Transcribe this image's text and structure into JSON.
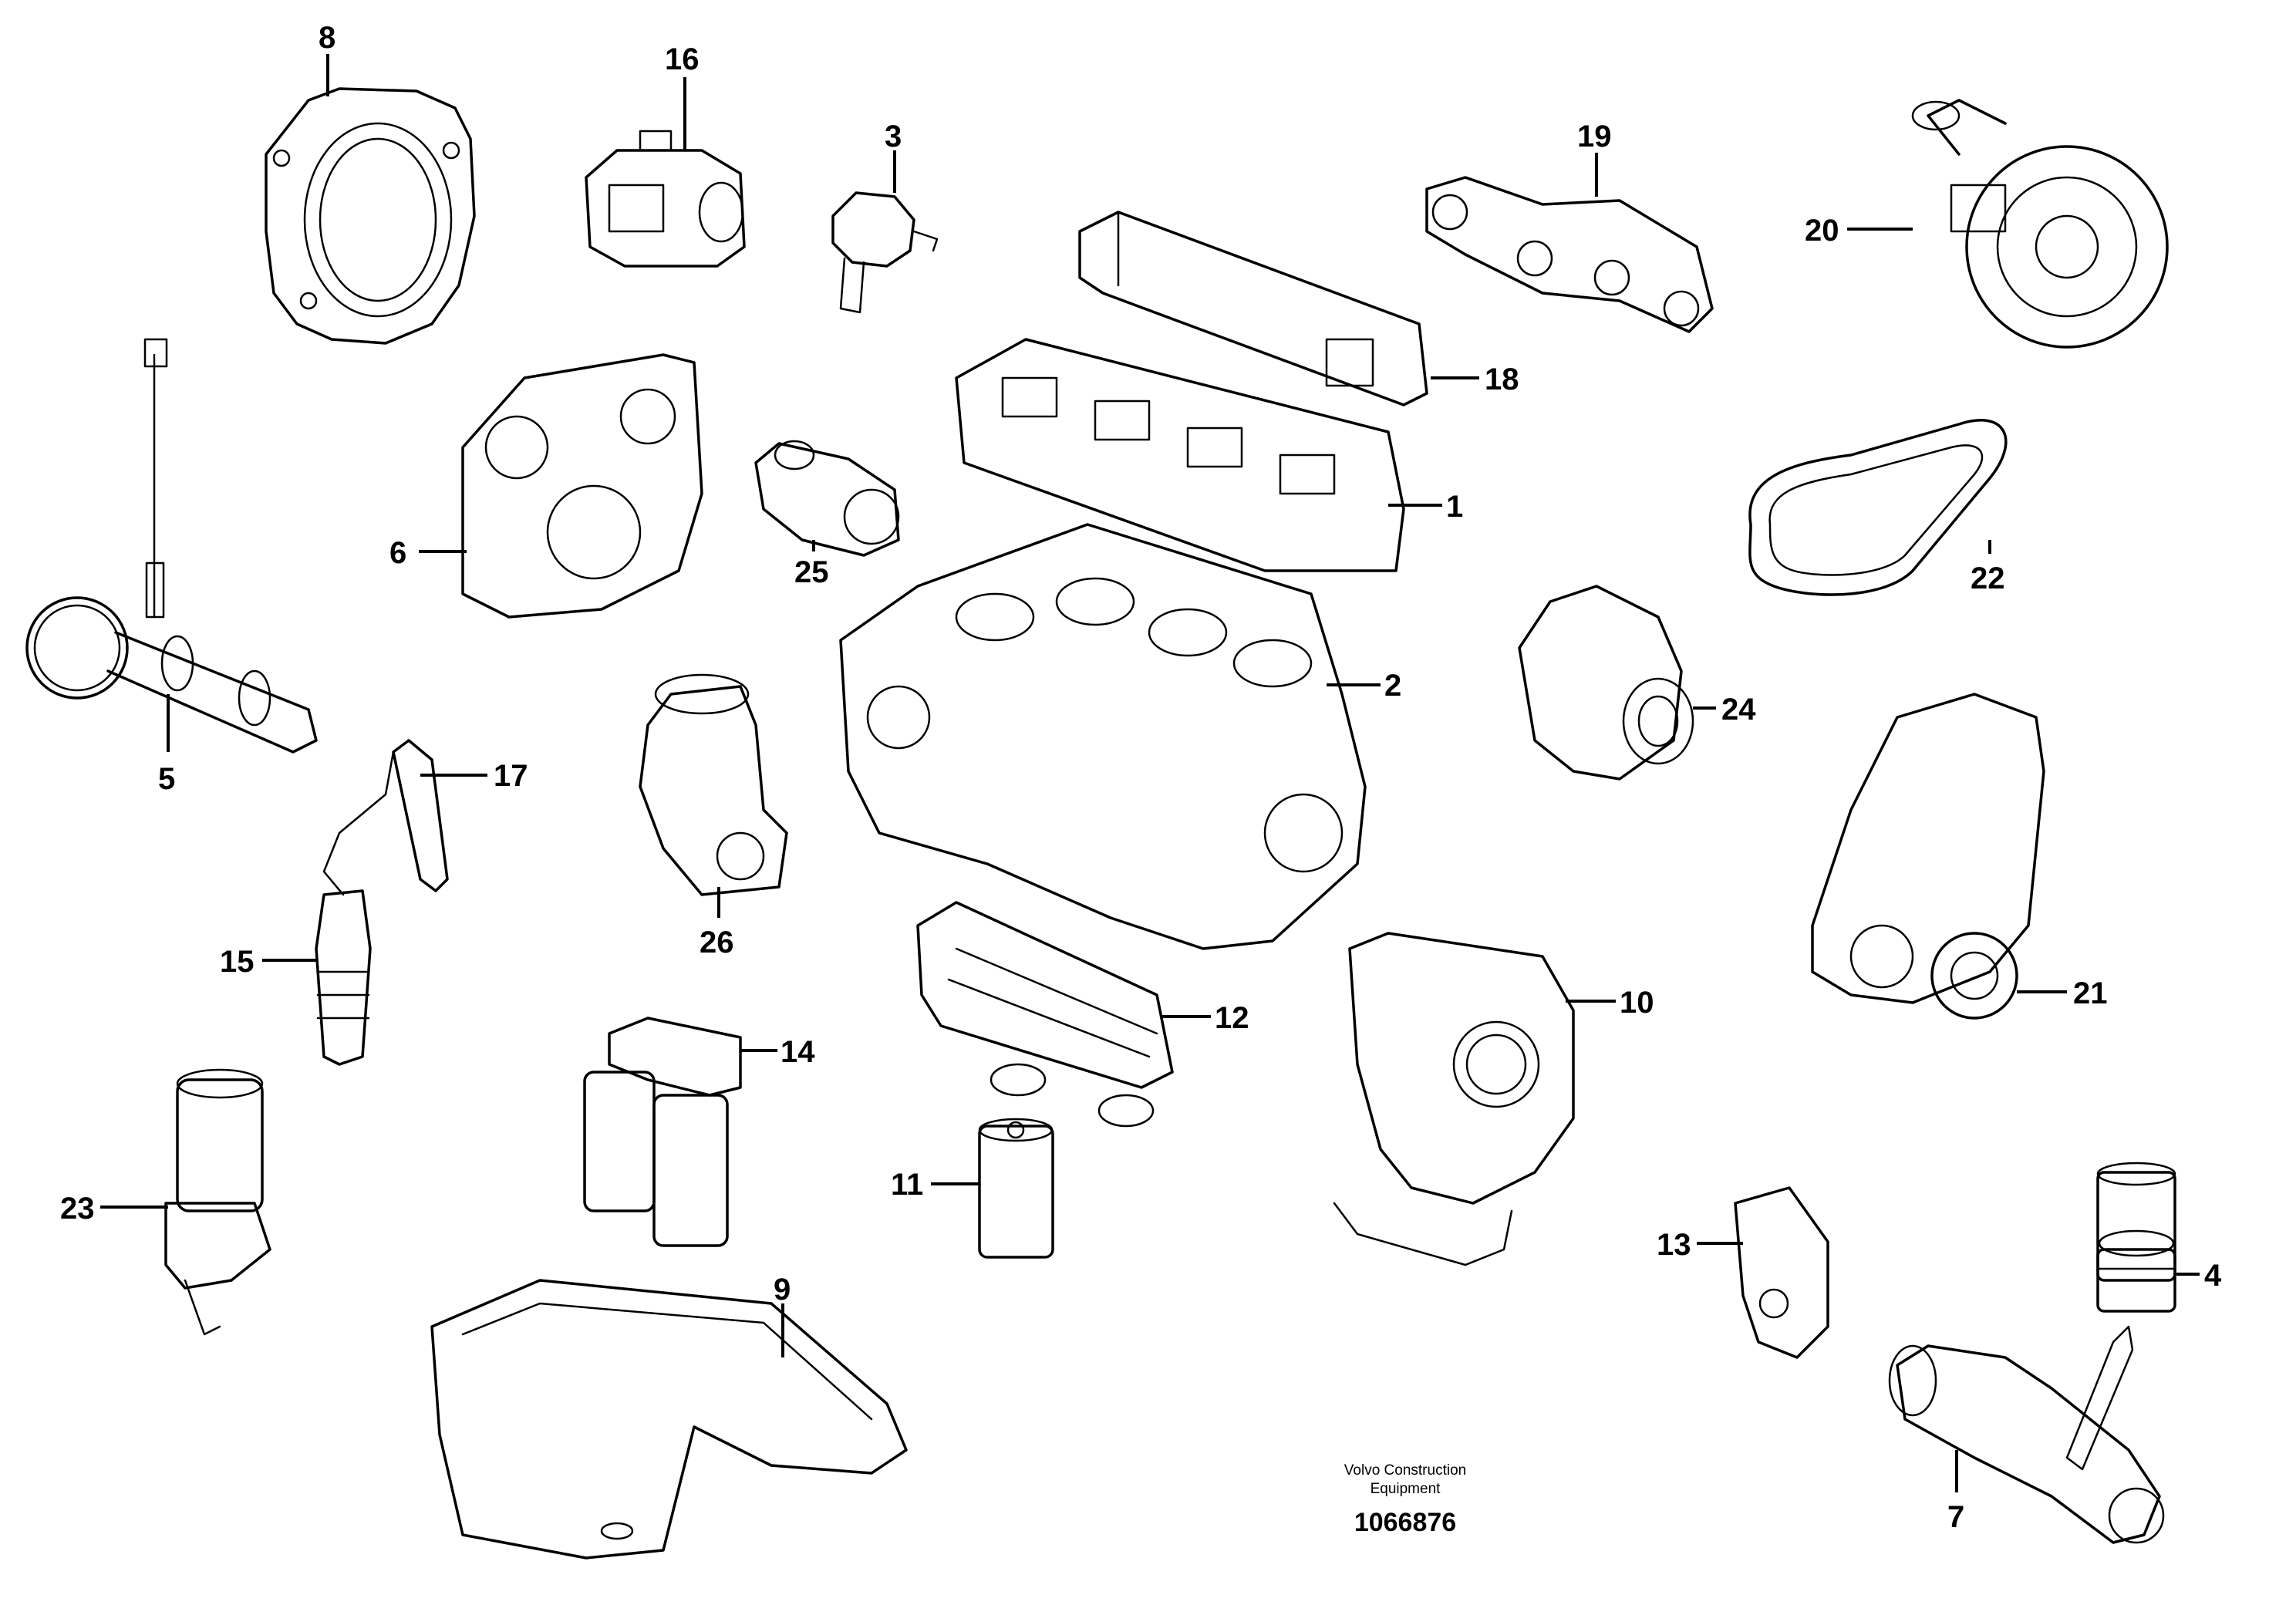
{
  "callouts": {
    "c1": "1",
    "c2": "2",
    "c3": "3",
    "c4": "4",
    "c5": "5",
    "c6": "6",
    "c7": "7",
    "c8": "8",
    "c9": "9",
    "c10": "10",
    "c11": "11",
    "c12": "12",
    "c13": "13",
    "c14": "14",
    "c15": "15",
    "c16": "16",
    "c17": "17",
    "c18": "18",
    "c19": "19",
    "c20": "20",
    "c21": "21",
    "c22": "22",
    "c23": "23",
    "c24": "24",
    "c25": "25",
    "c26": "26"
  },
  "caption": {
    "line1": "Volvo Construction",
    "line2": "Equipment",
    "doc_number": "1066876"
  }
}
